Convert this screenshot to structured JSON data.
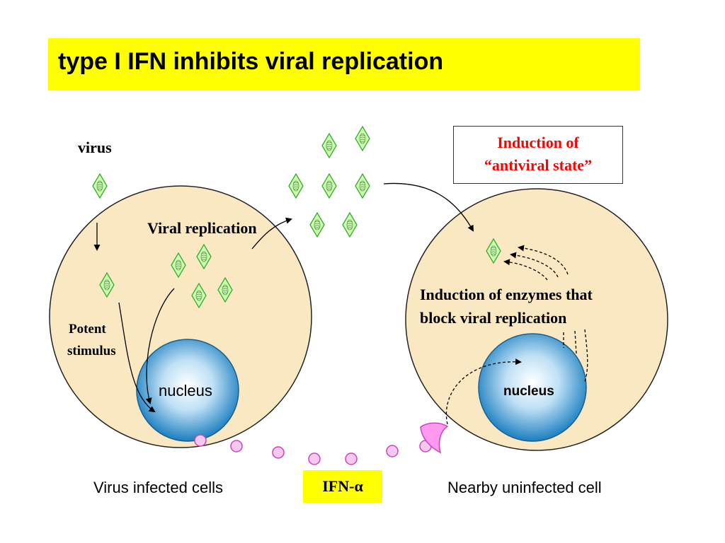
{
  "title": "type I IFN inhibits viral replication",
  "labels": {
    "virus": "virus",
    "viral_replication": "Viral replication",
    "potent_line1": "Potent",
    "potent_line2": "stimulus",
    "nucleus_left": "nucleus",
    "nucleus_right": "nucleus",
    "antiviral_line1": "Induction of",
    "antiviral_line2": "“antiviral state”",
    "enzymes_line1": "Induction of enzymes that",
    "enzymes_line2": "block viral replication",
    "virus_infected_cells": "Virus infected cells",
    "nearby_uninfected_cell": "Nearby uninfected cell",
    "ifn_alpha": "IFN-α"
  },
  "colors": {
    "title_bg": "#ffff00",
    "cell_fill": "#f9e8c2",
    "nucleus_dark": "#1a7fc0",
    "nucleus_light": "#ffffff",
    "virus_fill": "#ccffaa",
    "virus_stroke": "#33aa33",
    "ifn_dot_fill": "#f5c8f0",
    "ifn_dot_stroke": "#cc44bb",
    "receptor_fill": "#ff99ee",
    "highlight_red": "#ff0000"
  }
}
